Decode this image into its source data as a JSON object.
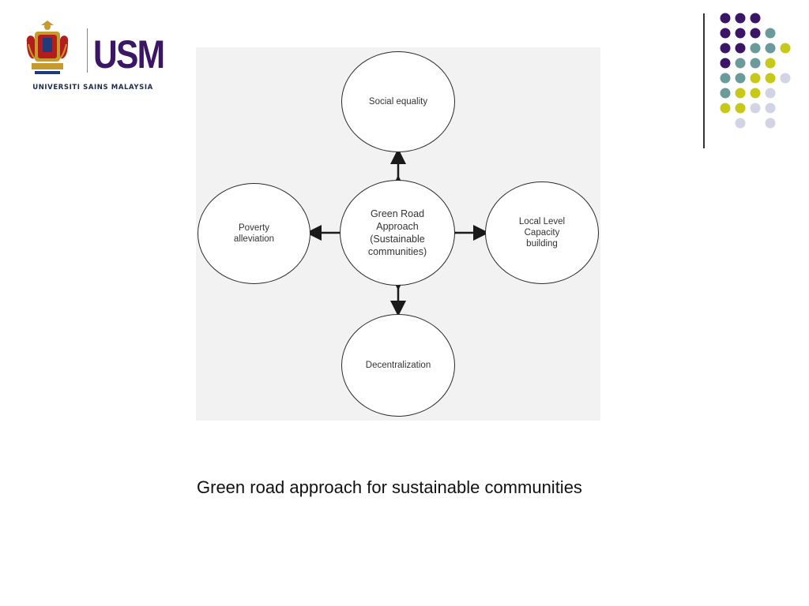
{
  "logo": {
    "name": "UNIVERSITI SAINS MALAYSIA",
    "mark": "USM",
    "crest": "university-crest"
  },
  "decor": {
    "dot_colors": [
      "#3b1667",
      "#6b9a9b",
      "#c8c818",
      "#d3d3e6"
    ],
    "dot_grid": [
      [
        "#3b1667",
        "#3b1667",
        "#3b1667",
        "",
        "",
        ""
      ],
      [
        "#3b1667",
        "#3b1667",
        "#3b1667",
        "#6b9a9b",
        "",
        ""
      ],
      [
        "#3b1667",
        "#3b1667",
        "#6b9a9b",
        "#6b9a9b",
        "#c8c818",
        ""
      ],
      [
        "#3b1667",
        "#6b9a9b",
        "#6b9a9b",
        "#c8c818",
        "",
        ""
      ],
      [
        "#6b9a9b",
        "#6b9a9b",
        "#c8c818",
        "#c8c818",
        "#d3d3e6",
        ""
      ],
      [
        "#6b9a9b",
        "#c8c818",
        "#c8c818",
        "#d3d3e6",
        "",
        ""
      ],
      [
        "#c8c818",
        "#c8c818",
        "#d3d3e6",
        "#d3d3e6",
        "",
        ""
      ],
      [
        "",
        "#d3d3e6",
        "",
        "#d3d3e6",
        "",
        ""
      ]
    ]
  },
  "diagram": {
    "center": {
      "label": "Green Road\nApproach\n(Sustainable\ncommunities)"
    },
    "nodes": {
      "top": {
        "label": "Social equality"
      },
      "left": {
        "label": "Poverty\nalleviation"
      },
      "right": {
        "label": "Local Level\nCapacity\nbuilding"
      },
      "bottom": {
        "label": "Decentralization"
      }
    },
    "edges": [
      {
        "from": "center",
        "to": "top",
        "style": "double-arrow"
      },
      {
        "from": "center",
        "to": "left",
        "style": "double-arrow"
      },
      {
        "from": "center",
        "to": "right",
        "style": "double-arrow"
      },
      {
        "from": "center",
        "to": "bottom",
        "style": "double-arrow"
      }
    ]
  },
  "caption": "Green road approach for sustainable communities"
}
